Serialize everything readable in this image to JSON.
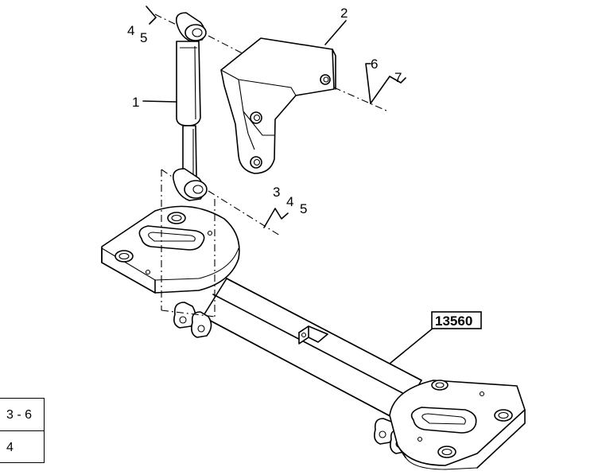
{
  "callouts": {
    "c1": "1",
    "c2": "2",
    "c3": "3",
    "c4a": "4",
    "c5a": "5",
    "c4b": "4",
    "c5b": "5",
    "c6": "6",
    "c7": "7"
  },
  "reference": {
    "label": "13560"
  },
  "table": {
    "rows": [
      "3 - 6",
      "4"
    ]
  },
  "colors": {
    "line": "#000000",
    "background": "#ffffff"
  }
}
